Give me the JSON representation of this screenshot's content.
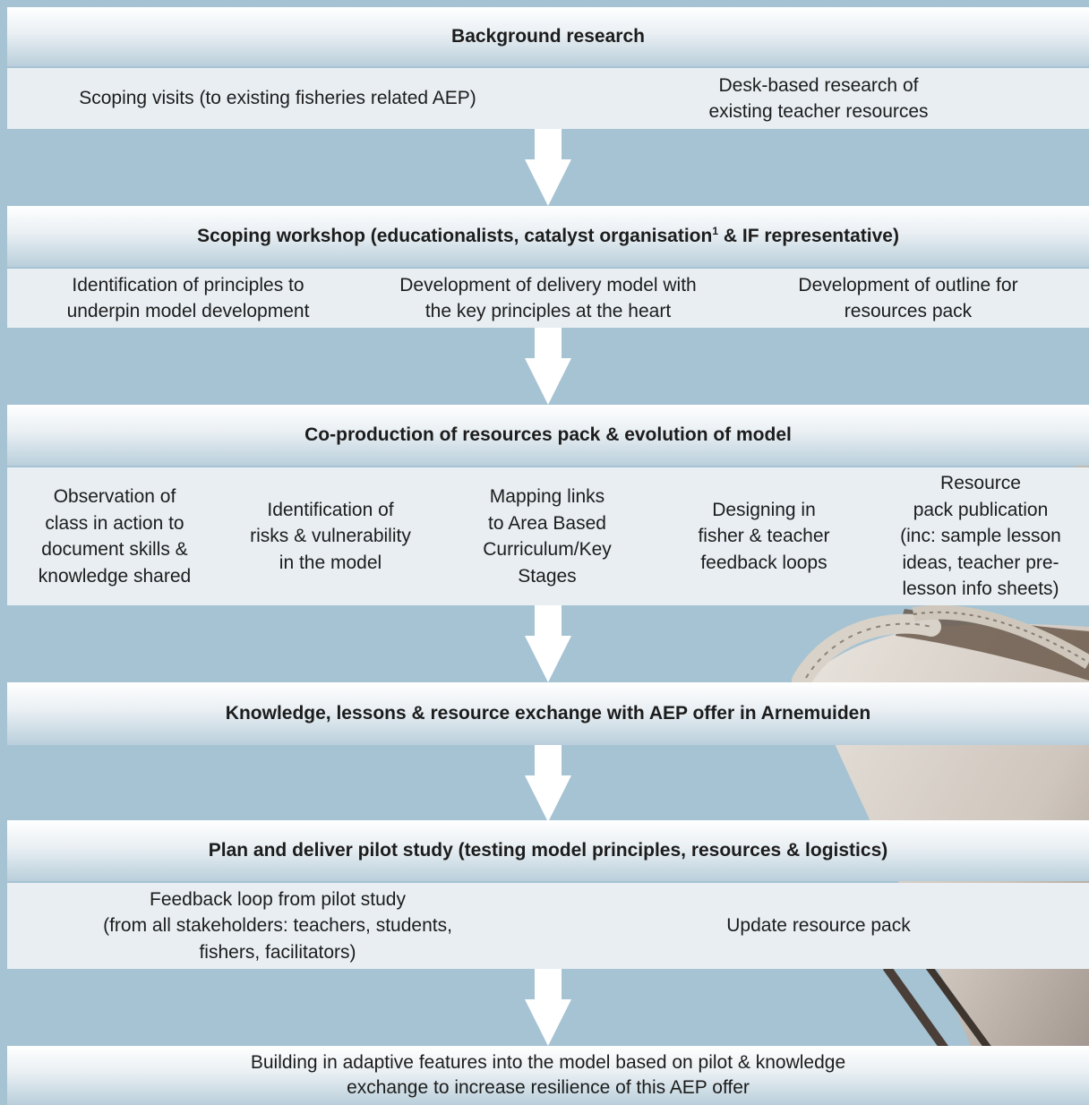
{
  "steps": [
    {
      "title": "Background research",
      "items": [
        "Scoping visits (to existing fisheries related AEP)",
        "Desk-based research of\nexisting teacher resources"
      ]
    },
    {
      "title": "Scoping workshop (educationalists, catalyst organisation",
      "title_sup": "1",
      "title_suffix": " & IF representative)",
      "items": [
        "Identification of principles to\nunderpin model development",
        "Development of delivery model with\nthe key principles at the heart",
        "Development of outline for\nresources pack"
      ]
    },
    {
      "title": "Co-production of resources pack & evolution of model",
      "items": [
        "Observation of\nclass in action to\ndocument skills &\nknowledge shared",
        "Identification of\nrisks & vulnerability\nin the model",
        "Mapping links\nto Area Based\nCurriculum/Key\nStages",
        "Designing in\nfisher & teacher\nfeedback loops",
        "Resource\npack publication\n(inc: sample lesson\nideas, teacher pre-\nlesson info sheets)"
      ]
    },
    {
      "title": "Knowledge, lessons & resource exchange with AEP offer in Arnemuiden"
    },
    {
      "title": "Plan and deliver pilot study (testing model principles, resources & logistics)",
      "items": [
        "Feedback loop from pilot study\n(from all stakeholders: teachers, students,\nfishers, facilitators)",
        "Update resource pack"
      ]
    },
    {
      "title": "Building in adaptive features into the model based on pilot & knowledge\nexchange to increase resilience of this AEP offer"
    }
  ],
  "colors": {
    "background": "#a6c3d3",
    "arrow": "#ffffff",
    "row_fill": "#e8eef2"
  }
}
